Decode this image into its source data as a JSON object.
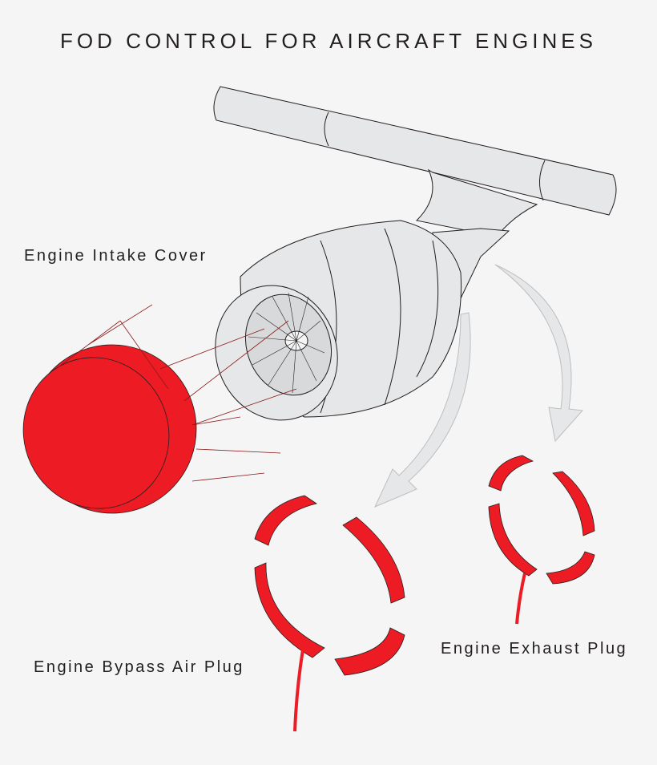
{
  "title": "FOD CONTROL FOR AIRCRAFT ENGINES",
  "labels": {
    "intake_cover": "Engine Intake Cover",
    "bypass_plug": "Engine Bypass Air Plug",
    "exhaust_plug": "Engine Exhaust Plug"
  },
  "colors": {
    "red": "#ed1c24",
    "engine": "#e6e7e8",
    "arrow": "#e6e7e8",
    "outline": "#231f20"
  }
}
